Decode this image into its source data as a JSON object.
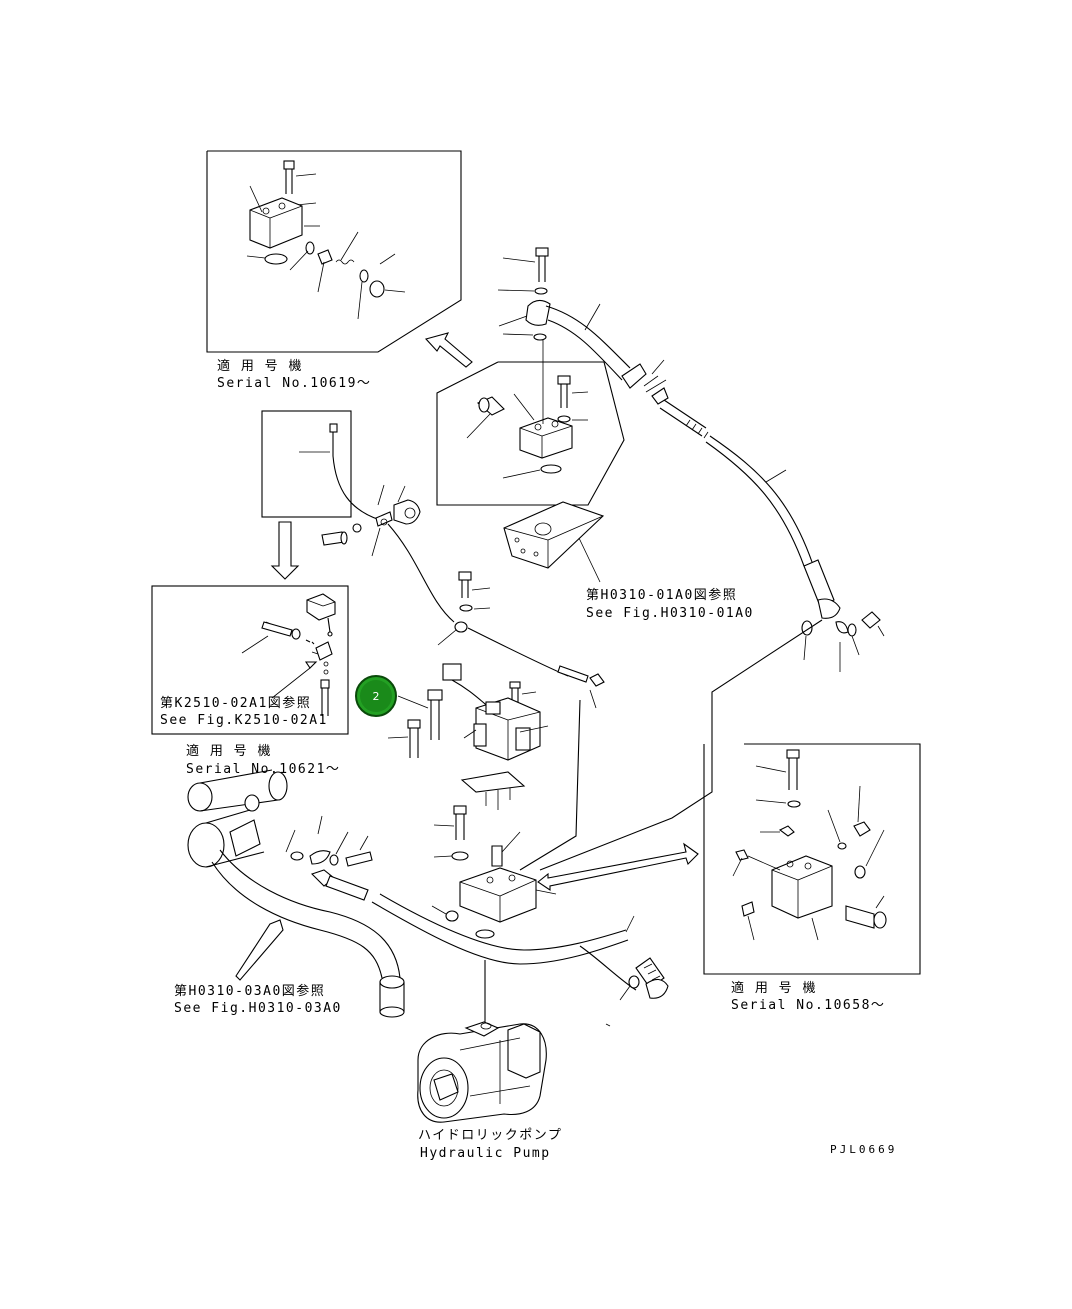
{
  "labels": {
    "serial_top_jp": "適 用 号 機",
    "serial_top": "Serial No.10619～",
    "fig_01a0_jp": "第H0310-01A0図参照",
    "fig_01a0": "See Fig.H0310-01A0",
    "fig_k2510_jp": "第K2510-02A1図参照",
    "fig_k2510": "See Fig.K2510-02A1",
    "serial_left_jp": "適 用 号 機",
    "serial_left": "Serial No.10621～",
    "serial_right_jp": "適 用 号 機",
    "serial_right": "Serial No.10658～",
    "fig_03a0_jp": "第H0310-03A0図参照",
    "fig_03a0": "See Fig.H0310-03A0",
    "pump_jp": "ハイドロリックポンプ",
    "pump": "Hydraulic Pump",
    "drawing_code": "PJL0669"
  },
  "callout": {
    "number": "2",
    "color": "#1a8a1a"
  }
}
